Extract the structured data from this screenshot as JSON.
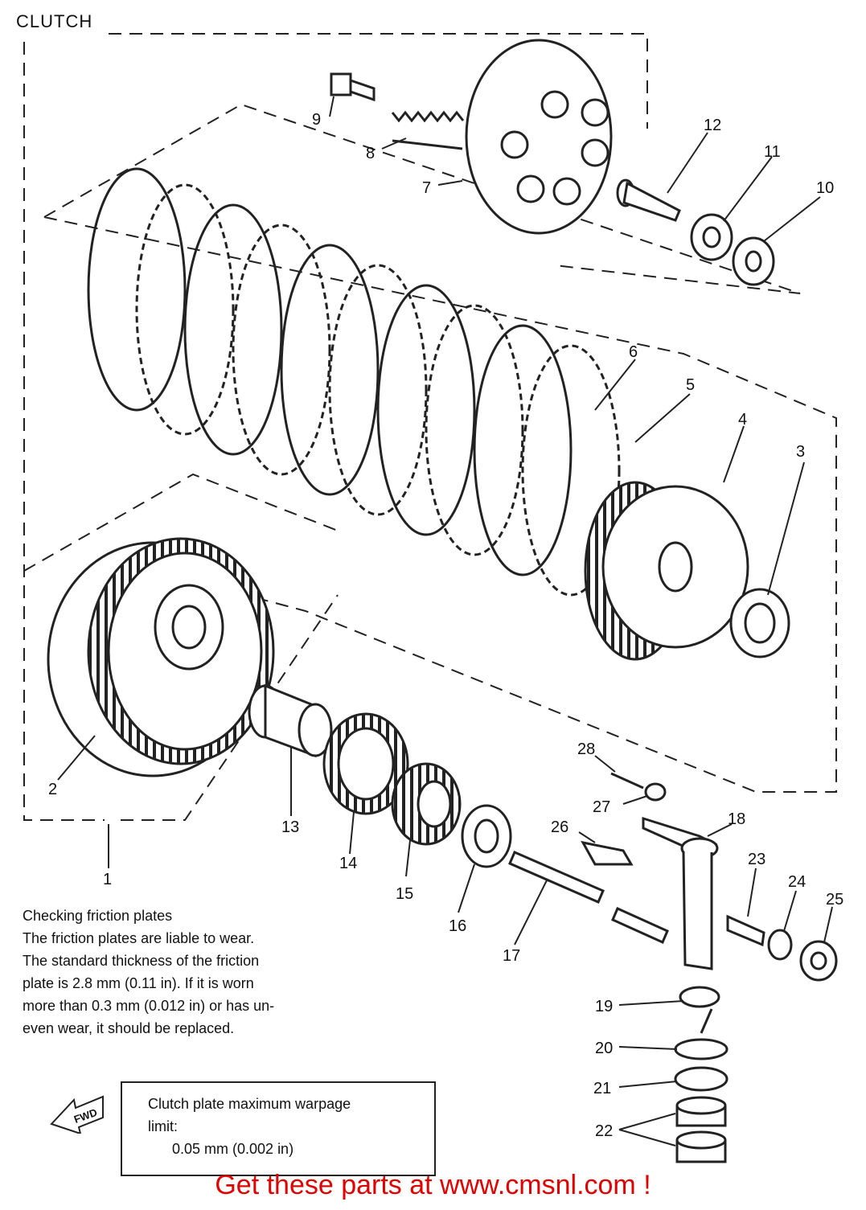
{
  "title": "CLUTCH",
  "callouts": [
    {
      "id": "c1",
      "label": "1"
    },
    {
      "id": "c2",
      "label": "2"
    },
    {
      "id": "c3",
      "label": "3"
    },
    {
      "id": "c4",
      "label": "4"
    },
    {
      "id": "c5",
      "label": "5"
    },
    {
      "id": "c6",
      "label": "6"
    },
    {
      "id": "c7",
      "label": "7"
    },
    {
      "id": "c8",
      "label": "8"
    },
    {
      "id": "c9",
      "label": "9"
    },
    {
      "id": "c10",
      "label": "10"
    },
    {
      "id": "c11",
      "label": "11"
    },
    {
      "id": "c12",
      "label": "12"
    },
    {
      "id": "c13",
      "label": "13"
    },
    {
      "id": "c14",
      "label": "14"
    },
    {
      "id": "c15",
      "label": "15"
    },
    {
      "id": "c16",
      "label": "16"
    },
    {
      "id": "c17",
      "label": "17"
    },
    {
      "id": "c18",
      "label": "18"
    },
    {
      "id": "c19",
      "label": "19"
    },
    {
      "id": "c20",
      "label": "20"
    },
    {
      "id": "c21",
      "label": "21"
    },
    {
      "id": "c22",
      "label": "22"
    },
    {
      "id": "c23",
      "label": "23"
    },
    {
      "id": "c24",
      "label": "24"
    },
    {
      "id": "c25",
      "label": "25"
    },
    {
      "id": "c26",
      "label": "26"
    },
    {
      "id": "c27",
      "label": "27"
    },
    {
      "id": "c28",
      "label": "28"
    }
  ],
  "note": {
    "heading": "Checking friction plates",
    "lines": [
      "The friction plates are liable to wear.",
      "The standard thickness of the friction",
      "plate is 2.8 mm (0.11 in). If it is worn",
      "more than 0.3 mm (0.012 in) or has un-",
      "even wear, it should be replaced."
    ]
  },
  "spec_box": {
    "line1": "Clutch plate maximum warpage",
    "line2": "limit:",
    "value": "0.05 mm (0.002 in)"
  },
  "fwd_label": "FWD",
  "footer": "Get these parts at www.cmsnl.com !",
  "colors": {
    "footer": "#e00000",
    "ink": "#111111"
  }
}
